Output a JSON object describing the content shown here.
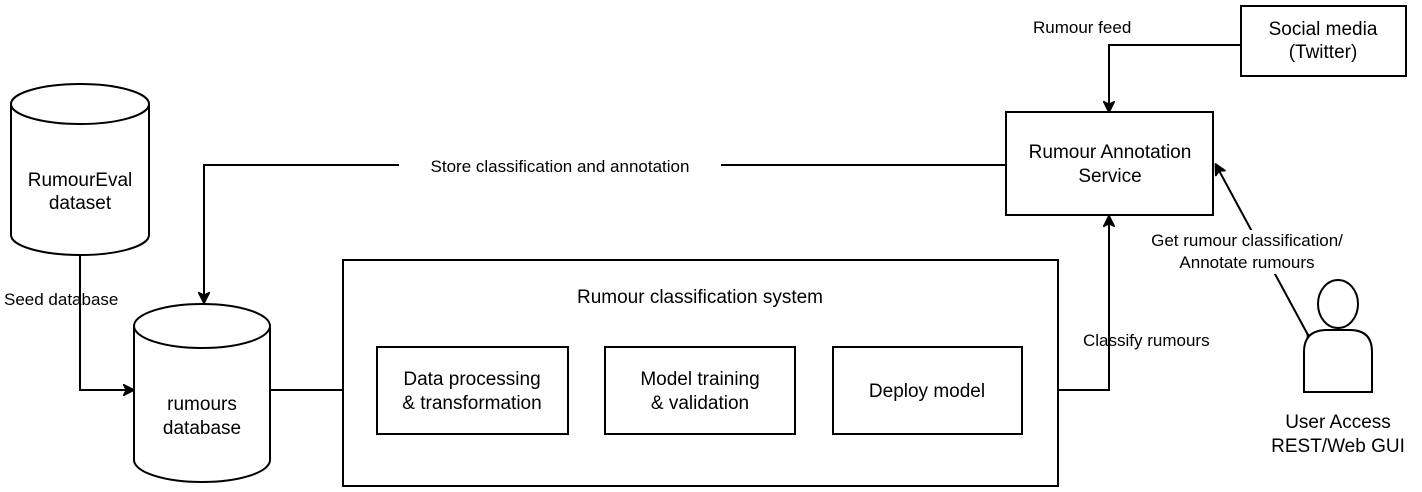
{
  "nodes": {
    "rumoureval_dataset": {
      "line1": "RumourEval",
      "line2": "dataset"
    },
    "rumours_database": {
      "line1": "rumours",
      "line2": "database"
    },
    "social_media": {
      "line1": "Social media",
      "line2": "(Twitter)"
    },
    "annotation_service": {
      "line1": "Rumour Annotation",
      "line2": "Service"
    },
    "classification_system": {
      "title": "Rumour classification system"
    },
    "data_processing": {
      "line1": "Data processing",
      "line2": "& transformation"
    },
    "model_training": {
      "line1": "Model training",
      "line2": "& validation"
    },
    "deploy_model": {
      "line1": "Deploy model"
    },
    "user": {
      "line1": "User Access",
      "line2": "REST/Web GUI"
    }
  },
  "edges": {
    "seed_database": "Seed database",
    "store_classification": "Store classification and annotation",
    "rumour_feed": "Rumour feed",
    "classify_rumours": "Classify rumours",
    "get_classification": {
      "line1": "Get rumour classification/",
      "line2": "Annotate rumours"
    }
  }
}
